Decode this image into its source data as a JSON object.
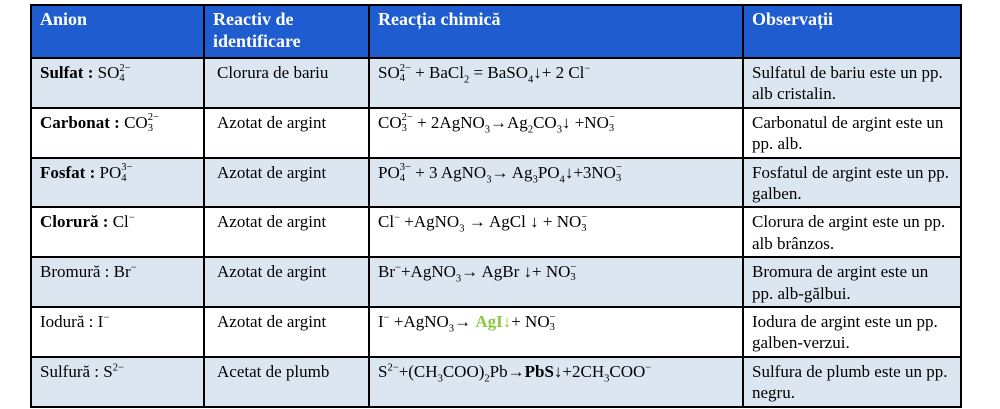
{
  "colors": {
    "header_bg": "#1e5cd0",
    "header_text": "#ffffff",
    "row_shaded_bg": "#dce6f1",
    "row_plain_bg": "#ffffff",
    "border": "#000000",
    "green_highlight": "#8dc63f",
    "text": "#000000"
  },
  "table": {
    "columns": [
      "Anion",
      "Reactiv de identificare",
      "Reacția chimică",
      "Observații"
    ],
    "rows": [
      {
        "anion": [
          {
            "b": "Sulfat : "
          },
          {
            "t": "SO"
          },
          {
            "sup": "2−",
            "sub": "4"
          }
        ],
        "reagent": "Clorura de bariu",
        "reaction": [
          {
            "t": "SO"
          },
          {
            "sup": "2−",
            "sub": "4"
          },
          {
            "t": " + BaCl"
          },
          {
            "sub": "2"
          },
          {
            "t": " = BaSO"
          },
          {
            "sub": "4"
          },
          {
            "t": "↓+ 2 Cl"
          },
          {
            "sup": "−"
          }
        ],
        "observation": "Sulfatul de bariu este un pp. alb cristalin."
      },
      {
        "anion": [
          {
            "b": "Carbonat : "
          },
          {
            "t": "CO"
          },
          {
            "sup": "2−",
            "sub": "3"
          }
        ],
        "reagent": "Azotat de argint",
        "reaction": [
          {
            "t": "CO"
          },
          {
            "sup": "2−",
            "sub": "3"
          },
          {
            "t": " + 2AgNO"
          },
          {
            "sub": "3"
          },
          {
            "t": "→Ag"
          },
          {
            "sub": "2"
          },
          {
            "t": "CO"
          },
          {
            "sub": "3"
          },
          {
            "t": "↓ +NO"
          },
          {
            "sup": "−",
            "sub": "3"
          }
        ],
        "observation": "Carbonatul de argint este un pp. alb."
      },
      {
        "anion": [
          {
            "b": "Fosfat : "
          },
          {
            "t": "PO"
          },
          {
            "sup": "3−",
            "sub": "4"
          }
        ],
        "reagent": "Azotat de argint",
        "reaction": [
          {
            "t": "PO"
          },
          {
            "sup": "3−",
            "sub": "4"
          },
          {
            "t": " + 3 AgNO"
          },
          {
            "sub": "3"
          },
          {
            "t": "→ Ag"
          },
          {
            "sub": "3"
          },
          {
            "t": "PO"
          },
          {
            "sub": "4"
          },
          {
            "t": "↓+3NO"
          },
          {
            "sup": "−",
            "sub": "3"
          }
        ],
        "observation": "Fosfatul de argint este un pp. galben."
      },
      {
        "anion": [
          {
            "b": "Clorură : "
          },
          {
            "t": "Cl"
          },
          {
            "sup": "−"
          }
        ],
        "reagent": "Azotat de argint",
        "reaction": [
          {
            "t": "Cl"
          },
          {
            "sup": "−"
          },
          {
            "t": " +AgNO"
          },
          {
            "sub": "3"
          },
          {
            "t": " → AgCl ↓ + NO"
          },
          {
            "sup": "−",
            "sub": "3"
          }
        ],
        "observation": "Clorura de argint este un pp. alb brânzos."
      },
      {
        "anion": [
          {
            "t": "Bromură : Br"
          },
          {
            "sup": "−"
          }
        ],
        "reagent": "Azotat de argint",
        "reaction": [
          {
            "t": "Br"
          },
          {
            "sup": "−"
          },
          {
            "t": "+AgNO"
          },
          {
            "sub": "3"
          },
          {
            "t": "→ AgBr ↓+ NO"
          },
          {
            "sup": "−",
            "sub": "3"
          }
        ],
        "observation": "Bromura de argint este un pp. alb-gălbui."
      },
      {
        "anion": [
          {
            "t": "Iodură : I"
          },
          {
            "sup": "−"
          }
        ],
        "reagent": "Azotat de argint",
        "reaction": [
          {
            "t": "I"
          },
          {
            "sup": "−"
          },
          {
            "t": " +AgNO"
          },
          {
            "sub": "3"
          },
          {
            "t": "→ "
          },
          {
            "g": "AgI"
          },
          {
            "gn": "↓"
          },
          {
            "t": "+ NO"
          },
          {
            "sup": "−",
            "sub": "3"
          }
        ],
        "observation": "Iodura de argint este un pp. galben-verzui."
      },
      {
        "anion": [
          {
            "t": "Sulfură : S"
          },
          {
            "sup": "2−"
          }
        ],
        "reagent": "Acetat de plumb",
        "reaction": [
          {
            "t": "S"
          },
          {
            "sup": "2−"
          },
          {
            "t": "+(CH"
          },
          {
            "sub": "3"
          },
          {
            "t": "COO)"
          },
          {
            "sub": "2"
          },
          {
            "t": "Pb→"
          },
          {
            "b": "PbS"
          },
          {
            "t": "↓+2CH"
          },
          {
            "sub": "3"
          },
          {
            "t": "COO"
          },
          {
            "sup": "−"
          }
        ],
        "observation": "Sulfura de plumb este un pp. negru."
      }
    ]
  }
}
